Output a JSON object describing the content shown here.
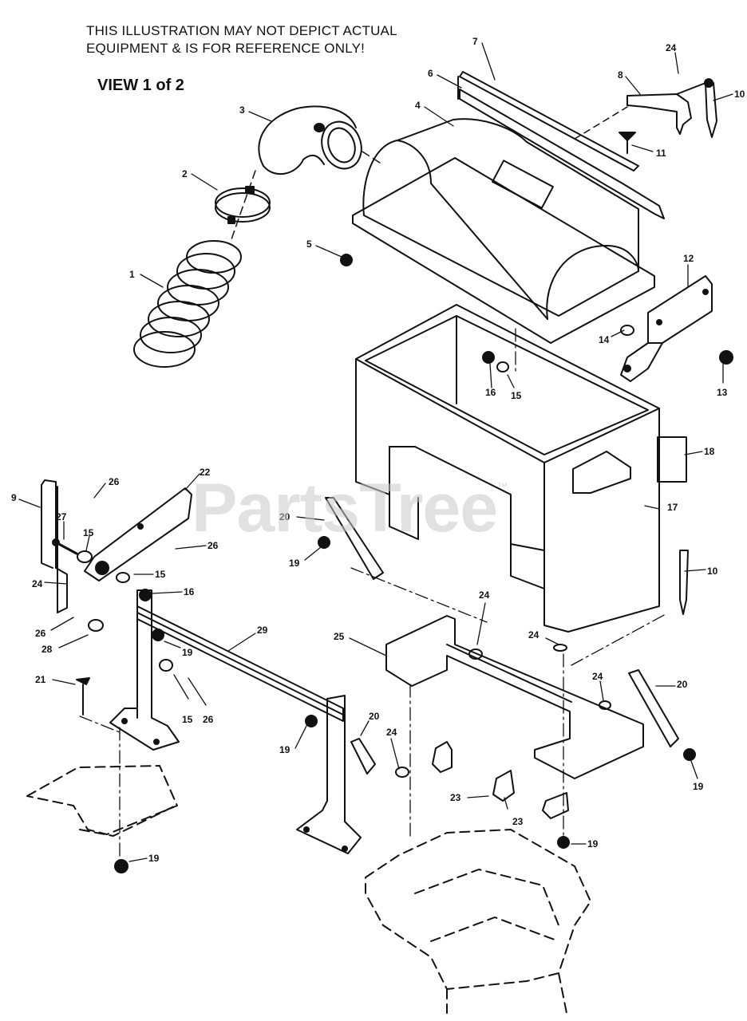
{
  "header": {
    "disclaimer_line1": "THIS ILLUSTRATION MAY NOT DEPICT ACTUAL",
    "disclaimer_line2": "EQUIPMENT & IS FOR REFERENCE ONLY!",
    "view_label": "VIEW 1 of 2"
  },
  "watermark": {
    "text": "PartsTree",
    "tm": "™"
  },
  "callouts": [
    {
      "id": "c1",
      "label": "1"
    },
    {
      "id": "c2",
      "label": "2"
    },
    {
      "id": "c3",
      "label": "3"
    },
    {
      "id": "c4",
      "label": "4"
    },
    {
      "id": "c5",
      "label": "5"
    },
    {
      "id": "c6",
      "label": "6"
    },
    {
      "id": "c7",
      "label": "7"
    },
    {
      "id": "c8",
      "label": "8"
    },
    {
      "id": "c10a",
      "label": "10"
    },
    {
      "id": "c11",
      "label": "11"
    },
    {
      "id": "c12",
      "label": "12"
    },
    {
      "id": "c13",
      "label": "13"
    },
    {
      "id": "c14",
      "label": "14"
    },
    {
      "id": "c15a",
      "label": "15"
    },
    {
      "id": "c16a",
      "label": "16"
    },
    {
      "id": "c17",
      "label": "17"
    },
    {
      "id": "c18",
      "label": "18"
    },
    {
      "id": "c9",
      "label": "9"
    },
    {
      "id": "c26a",
      "label": "26"
    },
    {
      "id": "c22",
      "label": "22"
    },
    {
      "id": "c27",
      "label": "27"
    },
    {
      "id": "c15b",
      "label": "15"
    },
    {
      "id": "c26b",
      "label": "26"
    },
    {
      "id": "c15c",
      "label": "15"
    },
    {
      "id": "c24a",
      "label": "24"
    },
    {
      "id": "c16b",
      "label": "16"
    },
    {
      "id": "c26c",
      "label": "26"
    },
    {
      "id": "c28",
      "label": "28"
    },
    {
      "id": "c19a",
      "label": "19"
    },
    {
      "id": "c29",
      "label": "29"
    },
    {
      "id": "c21",
      "label": "21"
    },
    {
      "id": "c15d",
      "label": "15"
    },
    {
      "id": "c26d",
      "label": "26"
    },
    {
      "id": "c20a",
      "label": "20"
    },
    {
      "id": "c19b",
      "label": "19"
    },
    {
      "id": "c10b",
      "label": "10"
    },
    {
      "id": "c24b",
      "label": "24"
    },
    {
      "id": "c25",
      "label": "25"
    },
    {
      "id": "c24c",
      "label": "24"
    },
    {
      "id": "c24d",
      "label": "24"
    },
    {
      "id": "c20b",
      "label": "20"
    },
    {
      "id": "c19c",
      "label": "19"
    },
    {
      "id": "c20c",
      "label": "20"
    },
    {
      "id": "c24e",
      "label": "24"
    },
    {
      "id": "c19d",
      "label": "19"
    },
    {
      "id": "c23a",
      "label": "23"
    },
    {
      "id": "c23b",
      "label": "23"
    },
    {
      "id": "c19e",
      "label": "19"
    },
    {
      "id": "c19f",
      "label": "19"
    },
    {
      "id": "c24f",
      "label": "24"
    }
  ]
}
